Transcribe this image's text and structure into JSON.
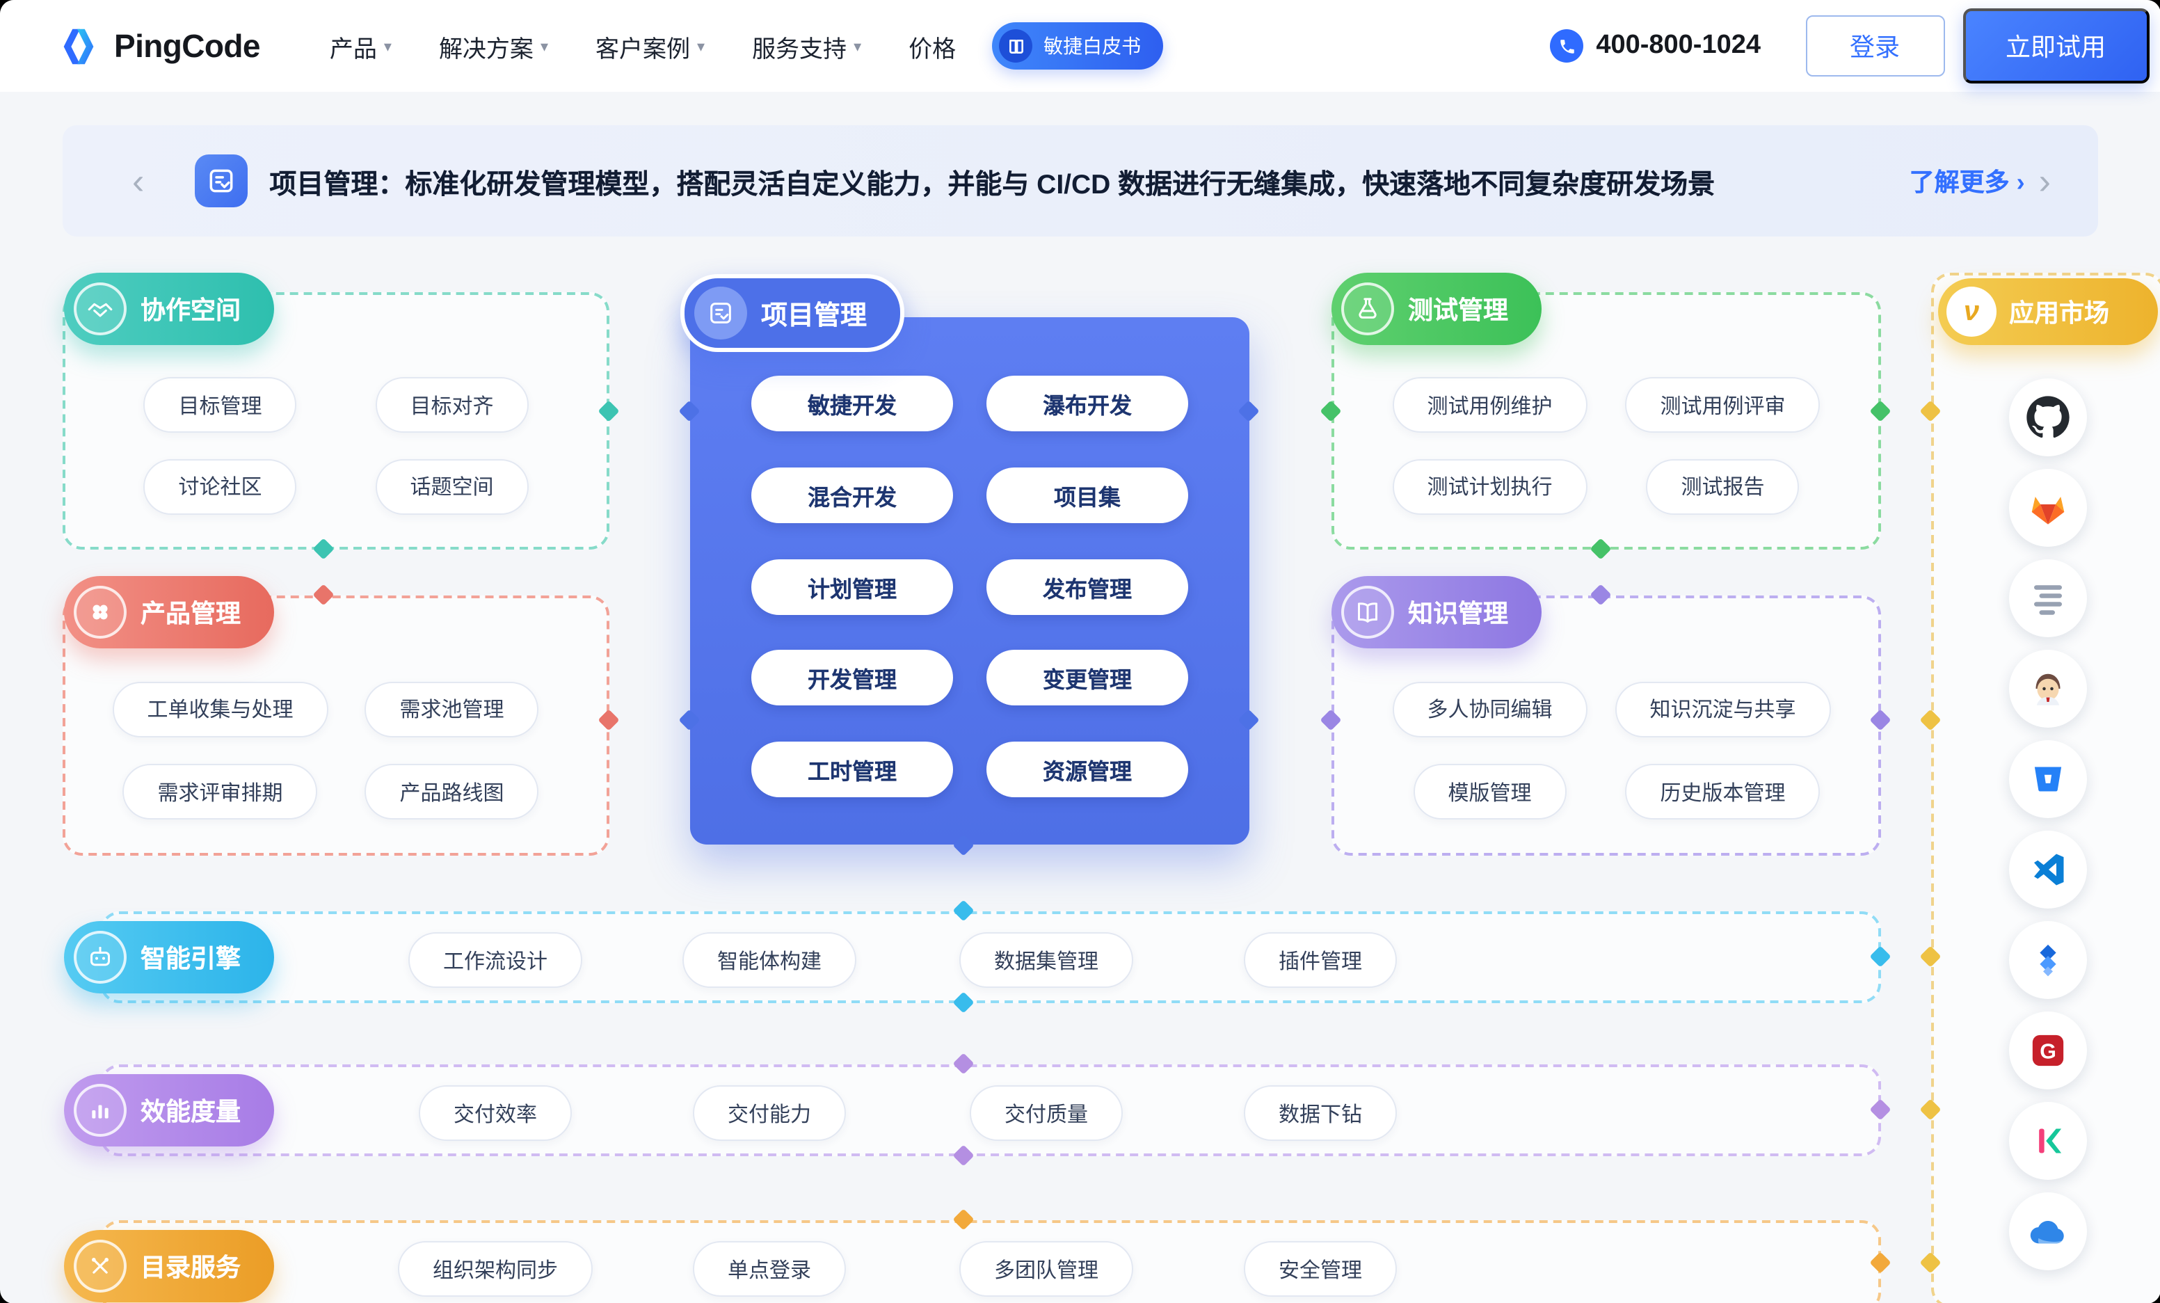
{
  "header": {
    "brand": "PingCode",
    "nav": [
      "产品",
      "解决方案",
      "客户案例",
      "服务支持",
      "价格"
    ],
    "whitepaper": "敏捷白皮书",
    "phone": "400-800-1024",
    "login": "登录",
    "trial": "立即试用"
  },
  "banner": {
    "prev": "‹",
    "next": "›",
    "text": "项目管理：标准化研发管理模型，搭配灵活自定义能力，并能与 CI/CD 数据进行无缝集成，快速落地不同复杂度研发场景",
    "more": "了解更多 ›"
  },
  "diagram": {
    "collaboration": {
      "title": "协作空间",
      "items": [
        "目标管理",
        "目标对齐",
        "讨论社区",
        "话题空间"
      ]
    },
    "project": {
      "title": "项目管理",
      "items": [
        "敏捷开发",
        "瀑布开发",
        "混合开发",
        "项目集",
        "计划管理",
        "发布管理",
        "开发管理",
        "变更管理",
        "工时管理",
        "资源管理"
      ]
    },
    "testing": {
      "title": "测试管理",
      "items": [
        "测试用例维护",
        "测试用例评审",
        "测试计划执行",
        "测试报告"
      ]
    },
    "product": {
      "title": "产品管理",
      "items": [
        "工单收集与处理",
        "需求池管理",
        "需求评审排期",
        "产品路线图"
      ]
    },
    "knowledge": {
      "title": "知识管理",
      "items": [
        "多人协同编辑",
        "知识沉淀与共享",
        "模版管理",
        "历史版本管理"
      ]
    },
    "ai": {
      "title": "智能引擎",
      "items": [
        "工作流设计",
        "智能体构建",
        "数据集管理",
        "插件管理"
      ]
    },
    "metrics": {
      "title": "效能度量",
      "items": [
        "交付效率",
        "交付能力",
        "交付质量",
        "数据下钻"
      ]
    },
    "directory": {
      "title": "目录服务",
      "items": [
        "组织架构同步",
        "单点登录",
        "多团队管理",
        "安全管理"
      ]
    },
    "marketplace": {
      "title": "应用市场",
      "apps": [
        "github-icon",
        "gitlab-icon",
        "stripes-icon",
        "jenkins-icon",
        "bitbucket-icon",
        "vscode-icon",
        "jira-icon",
        "gitee-icon",
        "k-app-icon",
        "cloud-icon"
      ]
    }
  },
  "colors": {
    "accent_blue": "#3370ff",
    "project_blue": "#4e6fe6",
    "collaboration_teal": "#2ebfae",
    "testing_green": "#3cc158",
    "product_red": "#e76a5e",
    "knowledge_purple": "#8d77e2",
    "ai_cyan": "#2cb4ea",
    "metrics_violet": "#a77ce6",
    "directory_orange": "#eb9d26",
    "marketplace_gold": "#edb32d"
  }
}
